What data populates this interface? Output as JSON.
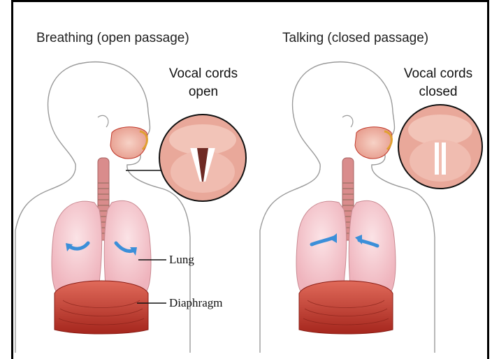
{
  "panels": [
    {
      "title": "Breathing (open passage)",
      "vocal_cords_label_line1": "Vocal cords",
      "vocal_cords_label_line2": "open"
    },
    {
      "title": "Talking (closed passage)",
      "vocal_cords_label_line1": "Vocal cords",
      "vocal_cords_label_line2": "closed"
    }
  ],
  "callouts": {
    "lung": "Lung",
    "diaphragm": "Diaphragm"
  },
  "colors": {
    "lung_pink": "#f6c9cf",
    "diaphragm_red": "#c0392b",
    "trachea_pink": "#d98c8c",
    "arrow_blue": "#3b8fd9",
    "outline": "#888888"
  }
}
